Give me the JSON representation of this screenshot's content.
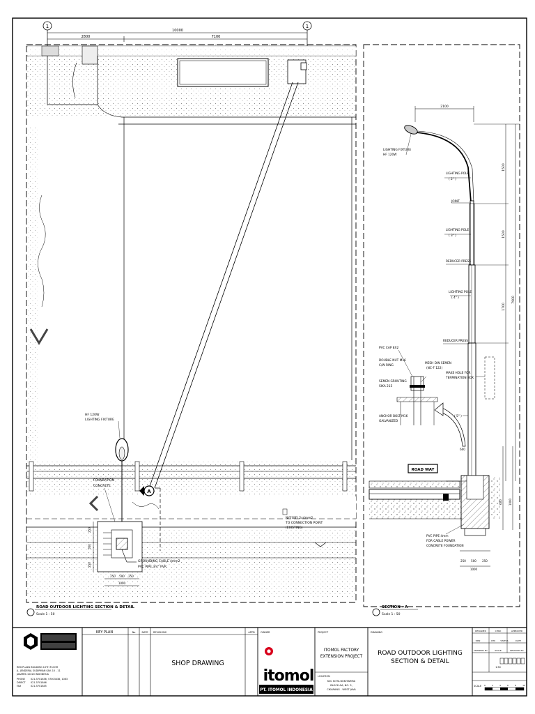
{
  "drawing": {
    "grid_left": "1",
    "grid_right": "1",
    "dims_top": {
      "total": "10000",
      "left": "2800",
      "right": "7100"
    },
    "dims_detail": {
      "foundation_total": "1000",
      "foundation_parts": [
        "250",
        "500",
        "250"
      ]
    },
    "dims_section": {
      "arm": "2100",
      "seg1": "1500",
      "seg2": "1500",
      "seg3": "1700",
      "overall": "7900",
      "base": "600",
      "base_total": "1000",
      "base_parts": [
        "250",
        "500",
        "250"
      ]
    },
    "labels_left": {
      "fixture_1": "HF 120W",
      "fixture_2": "LIGHTING FIXTURE",
      "foundation_1": "FOUNDATION",
      "foundation_2": "CONCRETE",
      "conn_1": "NYFGBY 2x4mm2",
      "conn_2": "TO CONNECTION POINT",
      "conn_3": "(EXISTING)",
      "ground_1": "GROUNDING CABLE 4mm2",
      "ground_2": "PVC PIPE 3/4\" PVR"
    },
    "labels_right": {
      "fixture_1": "LIGHTING FIXTURE",
      "fixture_2": "HF 120W",
      "pole_2": "LIGHTING POLE",
      "pole_2_size": "( 2\" )",
      "joint": "JOINT",
      "pole_3": "LIGHTING POLE",
      "pole_3_size": "( 3\" )",
      "reducer_1": "REDUCER PRESS",
      "pole_4": "LIGHTING POLE",
      "pole_4_size": "( 4\" )",
      "reducer_2": "REDUCER PRESS",
      "pvc_cap": "PVC CAP 8X2",
      "double_nut_1": "DOUBLE NUT M16",
      "double_nut_2": "C/W RING",
      "mesh_1": "MESH DIN SEMEN",
      "mesh_2": "(NC-F 122)",
      "semen_1": "SEMEN GROUTING",
      "semen_2": "SIKA 215",
      "manhole_1": "MAKE HOLE FOR",
      "manhole_2": "TERMINATION BOX",
      "anchor_1": "ANCHOR BOLT M16",
      "anchor_2": "GALVANIZED",
      "pole_5_size": "( 5\" )",
      "roadway": "ROAD WAY",
      "pvc_pipe_1": "PVC PIPE 4mm",
      "pvc_pipe_2": "FOR CABLE POWER",
      "concrete_1": "CONCRETE FOUNDATION"
    },
    "marker_a": "A",
    "title_left": "ROAD OUTDOOR LIGHTING SECTION & DETAIL",
    "scale_left": "Scale 1 : 50",
    "title_right": "SECTION - A",
    "scale_right": "Scale 1 : 50"
  },
  "titleblock": {
    "company_lines": [
      "RED PLAZA BUILDING 10TH FLOOR",
      "JL. JENDERAL SUDIRMAN KAV. 10 - 11",
      "JAKARTA 10220 INDONESIA"
    ],
    "company_contacts": [
      {
        "label": "PHONE",
        "value": "021-5701836, 57003438, 1083"
      },
      {
        "label": "DIRECT",
        "value": "021-5701846"
      },
      {
        "label": "FAX",
        "value": "021-5701845"
      }
    ],
    "key_plan": "KEY PLAN",
    "rev_headers": {
      "no": "No",
      "date": "DATE",
      "revision": "REVISIONS",
      "appd": "APPD"
    },
    "shop_drawing": "SHOP DRAWING",
    "owner_label": "OWNER",
    "owner_brand": "itomol",
    "owner_name": "PT. ITOMOL INDONESIA",
    "project_label": "PROJECT",
    "project_name_1": "ITOMOL FACTORY",
    "project_name_2": "EXTENSION PROJECT",
    "location_label": "LOCATION",
    "location_lines": [
      "KIIC KOTA BUKITAMMA",
      "BLOCK AA, NO. 5,",
      "CIKARANG - WEST JAVA"
    ],
    "drawing_label": "DRAWING",
    "drawing_title_1": "ROAD OUTDOOR LIGHTING",
    "drawing_title_2": "SECTION & DETAIL",
    "meta_headers": [
      "DESIGNED",
      "CHKD",
      "APPROVED"
    ],
    "meta_row2": [
      "DRN",
      "CHK",
      "STATUS",
      "DATE"
    ],
    "meta_row3": [
      "DRAWING No",
      "SCALE",
      "REVISION No"
    ],
    "scale_value": "1:50",
    "scale_bar": "SCALE",
    "scale_ticks": [
      "0",
      "2",
      "4",
      "6",
      "8",
      "10"
    ]
  }
}
